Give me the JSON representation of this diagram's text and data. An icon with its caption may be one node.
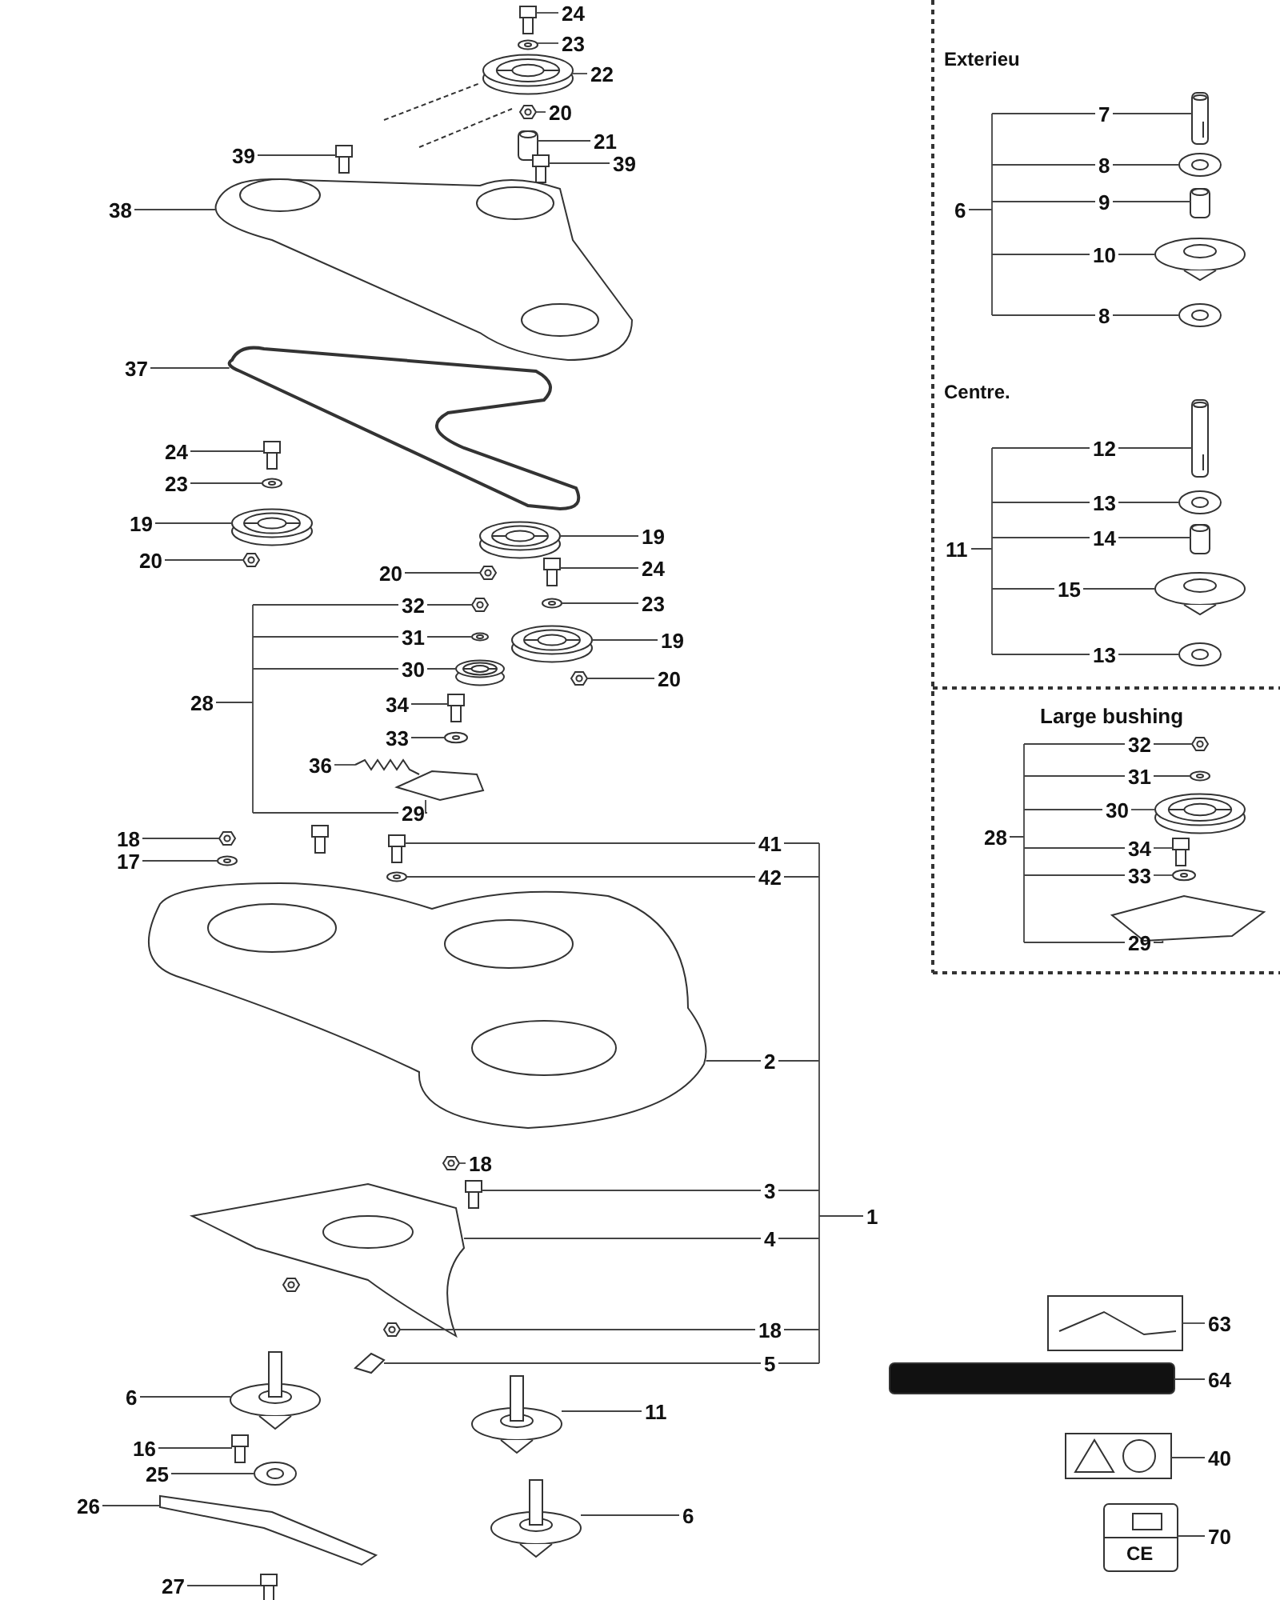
{
  "diagram": {
    "nodes": [
      {
        "text": [
          "24"
        ]
      },
      {
        "text": [
          "23"
        ]
      },
      {
        "text": [
          "22"
        ]
      },
      {
        "text": [
          "20"
        ]
      },
      {
        "text": [
          "39"
        ]
      },
      {
        "text": [
          "21"
        ]
      },
      {
        "text": [
          "39"
        ]
      },
      {
        "text": [
          "38"
        ]
      },
      {
        "text": [
          "37"
        ]
      },
      {
        "text": [
          "24"
        ]
      },
      {
        "text": [
          "23"
        ]
      },
      {
        "text": [
          "19"
        ]
      },
      {
        "text": [
          "19"
        ]
      },
      {
        "text": [
          "20"
        ]
      },
      {
        "text": [
          "20"
        ]
      },
      {
        "text": [
          "24"
        ]
      },
      {
        "text": [
          "32"
        ]
      },
      {
        "text": [
          "23"
        ]
      },
      {
        "text": [
          "31"
        ]
      },
      {
        "text": [
          "19"
        ]
      },
      {
        "text": [
          "30"
        ]
      },
      {
        "text": [
          "20"
        ]
      },
      {
        "text": [
          "28"
        ]
      },
      {
        "text": [
          "34"
        ]
      },
      {
        "text": [
          "33"
        ]
      },
      {
        "text": [
          "36"
        ]
      },
      {
        "text": [
          "29"
        ]
      },
      {
        "text": [
          "18"
        ]
      },
      {
        "text": [
          "41"
        ]
      },
      {
        "text": [
          "17"
        ]
      },
      {
        "text": [
          "42"
        ]
      },
      {
        "text": [
          "2"
        ]
      },
      {
        "text": [
          "18"
        ]
      },
      {
        "text": [
          "3"
        ]
      },
      {
        "text": [
          "4"
        ]
      },
      {
        "text": [
          "1"
        ]
      },
      {
        "text": [
          "18"
        ]
      },
      {
        "text": [
          "5"
        ]
      },
      {
        "text": [
          "6"
        ]
      },
      {
        "text": [
          "11"
        ]
      },
      {
        "text": [
          "16"
        ]
      },
      {
        "text": [
          "25"
        ]
      },
      {
        "text": [
          "26"
        ]
      },
      {
        "text": [
          "6"
        ]
      },
      {
        "text": [
          "27"
        ]
      },
      {
        "text": [
          "63"
        ]
      },
      {
        "text": [
          "64"
        ]
      },
      {
        "text": [
          "40"
        ]
      },
      {
        "text": [
          "70"
        ]
      },
      {
        "text": [
          "6"
        ]
      },
      {
        "text": [
          "7"
        ]
      },
      {
        "text": [
          "8"
        ]
      },
      {
        "text": [
          "9"
        ]
      },
      {
        "text": [
          "10"
        ]
      },
      {
        "text": [
          "8"
        ]
      },
      {
        "text": [
          "11"
        ]
      },
      {
        "text": [
          "12"
        ]
      },
      {
        "text": [
          "13"
        ]
      },
      {
        "text": [
          "14"
        ]
      },
      {
        "text": [
          "15"
        ]
      },
      {
        "text": [
          "13"
        ]
      },
      {
        "text": [
          "28"
        ]
      },
      {
        "text": [
          "32"
        ]
      },
      {
        "text": [
          "31"
        ]
      },
      {
        "text": [
          "30"
        ]
      },
      {
        "text": [
          "34"
        ]
      },
      {
        "text": [
          "33"
        ]
      },
      {
        "text": [
          "29"
        ]
      },
      {
        "text": [],
        "shape": "picture"
      },
      {
        "text": [],
        "shape": "picture"
      },
      {
        "text": [],
        "shape": "picture"
      },
      {
        "text": [],
        "shape": "picture"
      },
      {
        "text": [],
        "shape": "picture"
      },
      {
        "text": [],
        "shape": "picture"
      },
      {
        "text": [],
        "shape": "picture"
      },
      {
        "text": [],
        "shape": "picture"
      },
      {
        "text": [],
        "shape": "picture"
      },
      {
        "text": [],
        "shape": "picture"
      },
      {
        "text": [],
        "shape": "picture"
      },
      {
        "text": [],
        "shape": "picture"
      },
      {
        "text": [],
        "shape": "picture"
      },
      {
        "text": [],
        "shape": "picture"
      },
      {
        "text": [],
        "shape": "picture"
      },
      {
        "text": [],
        "shape": "picture"
      },
      {
        "text": [],
        "shape": "picture"
      },
      {
        "text": [],
        "shape": "picture"
      },
      {
        "text": [],
        "shape": "picture"
      },
      {
        "text": [],
        "shape": "picture"
      },
      {
        "text": [],
        "shape": "picture"
      },
      {
        "text": [],
        "shape": "picture"
      },
      {
        "text": [],
        "shape": "picture"
      },
      {
        "text": [],
        "shape": "picture"
      },
      {
        "text": [],
        "shape": "picture"
      },
      {
        "text": [],
        "shape": "picture"
      },
      {
        "text": [],
        "shape": "picture"
      },
      {
        "text": [],
        "shape": "picture"
      },
      {
        "text": [],
        "shape": "picture"
      },
      {
        "text": [],
        "shape": "picture"
      },
      {
        "text": [],
        "shape": "picture"
      },
      {
        "text": [],
        "shape": "picture"
      },
      {
        "text": [],
        "shape": "picture"
      },
      {
        "text": [],
        "shape": "picture"
      },
      {
        "text": [],
        "shape": "picture"
      },
      {
        "text": [],
        "shape": "picture"
      },
      {
        "text": [],
        "shape": "picture"
      },
      {
        "text": [],
        "shape": "picture"
      },
      {
        "text": [],
        "shape": "picture"
      },
      {
        "text": [],
        "shape": "picture"
      },
      {
        "text": [],
        "shape": "picture"
      },
      {
        "text": [],
        "shape": "picture"
      },
      {
        "text": [],
        "shape": "picture"
      },
      {
        "text": [],
        "shape": "picture"
      },
      {
        "text": [],
        "shape": "picture"
      },
      {
        "text": [],
        "shape": "picture"
      },
      {
        "text": [],
        "shape": "picture"
      },
      {
        "text": [],
        "shape": "picture"
      },
      {
        "text": [],
        "shape": "picture"
      },
      {
        "text": [],
        "shape": "picture"
      },
      {
        "text": [],
        "shape": "picture"
      },
      {
        "text": [],
        "shape": "picture"
      },
      {
        "text": [],
        "shape": "picture"
      },
      {
        "text": [],
        "shape": "picture"
      },
      {
        "text": [],
        "shape": "picture"
      },
      {
        "text": [],
        "shape": "picture"
      },
      {
        "text": [],
        "shape": "picture"
      },
      {
        "text": [],
        "shape": "picture"
      },
      {
        "text": [],
        "shape": "picture"
      },
      {
        "text": [],
        "shape": "picture"
      },
      {
        "text": [],
        "shape": "picture"
      },
      {
        "text": [],
        "shape": "picture"
      },
      {
        "text": [],
        "shape": "picture"
      }
    ],
    "edges": [
      {
        "from": 0,
        "to": 68,
        "arrow": "none"
      },
      {
        "from": 1,
        "to": 69,
        "arrow": "none"
      },
      {
        "from": 2,
        "to": 70,
        "arrow": "none"
      },
      {
        "from": 3,
        "to": 71,
        "arrow": "none"
      },
      {
        "from": 4,
        "to": 73,
        "arrow": "none"
      },
      {
        "from": 5,
        "to": 72,
        "arrow": "none"
      },
      {
        "from": 6,
        "to": 74,
        "arrow": "none"
      },
      {
        "from": 7,
        "to": 75,
        "arrow": "none"
      },
      {
        "from": 8,
        "to": 76,
        "arrow": "none"
      },
      {
        "from": 9,
        "to": 77,
        "arrow": "none"
      },
      {
        "from": 10,
        "to": 78,
        "arrow": "none"
      },
      {
        "from": 11,
        "to": 79,
        "arrow": "none"
      },
      {
        "from": 12,
        "to": 81,
        "arrow": "none"
      },
      {
        "from": 13,
        "to": 80,
        "arrow": "none"
      },
      {
        "from": 14,
        "to": 82,
        "arrow": "none"
      },
      {
        "from": 15,
        "to": 83,
        "arrow": "none"
      },
      {
        "from": 16,
        "to": 87,
        "arrow": "none"
      },
      {
        "from": 17,
        "to": 84,
        "arrow": "none"
      },
      {
        "from": 18,
        "to": 88,
        "arrow": "none"
      },
      {
        "from": 19,
        "to": 85,
        "arrow": "none"
      },
      {
        "from": 20,
        "to": 89,
        "arrow": "none"
      },
      {
        "from": 21,
        "to": 86,
        "arrow": "none"
      },
      {
        "from": 23,
        "to": 90,
        "arrow": "none"
      },
      {
        "from": 24,
        "to": 91,
        "arrow": "none"
      },
      {
        "from": 25,
        "to": 92,
        "arrow": "none"
      },
      {
        "from": 26,
        "to": 93,
        "arrow": "none"
      },
      {
        "from": 27,
        "to": 94,
        "arrow": "none"
      },
      {
        "from": 28,
        "to": 96,
        "arrow": "none"
      },
      {
        "from": 29,
        "to": 95,
        "arrow": "none"
      },
      {
        "from": 30,
        "to": 97,
        "arrow": "none"
      },
      {
        "from": 31,
        "to": 98,
        "arrow": "none"
      },
      {
        "from": 32,
        "to": 99,
        "arrow": "none"
      },
      {
        "from": 33,
        "to": 100,
        "arrow": "none"
      },
      {
        "from": 34,
        "to": 101,
        "arrow": "none"
      },
      {
        "from": 36,
        "to": 102,
        "arrow": "none"
      },
      {
        "from": 37,
        "to": 103,
        "arrow": "none"
      },
      {
        "from": 38,
        "to": 104,
        "arrow": "none"
      },
      {
        "from": 39,
        "to": 109,
        "arrow": "none"
      },
      {
        "from": 40,
        "to": 105,
        "arrow": "none"
      },
      {
        "from": 41,
        "to": 106,
        "arrow": "none"
      },
      {
        "from": 42,
        "to": 107,
        "arrow": "none"
      },
      {
        "from": 43,
        "to": 110,
        "arrow": "none"
      },
      {
        "from": 44,
        "to": 108,
        "arrow": "none"
      },
      {
        "from": 45,
        "to": 111,
        "arrow": "none"
      },
      {
        "from": 46,
        "to": 112,
        "arrow": "none"
      },
      {
        "from": 47,
        "to": 113,
        "arrow": "none"
      },
      {
        "from": 48,
        "to": 114,
        "arrow": "none"
      },
      {
        "from": 50,
        "to": 115,
        "arrow": "none"
      },
      {
        "from": 51,
        "to": 116,
        "arrow": "none"
      },
      {
        "from": 52,
        "to": 117,
        "arrow": "none"
      },
      {
        "from": 53,
        "to": 118,
        "arrow": "none"
      },
      {
        "from": 54,
        "to": 119,
        "arrow": "none"
      },
      {
        "from": 56,
        "to": 120,
        "arrow": "none"
      },
      {
        "from": 57,
        "to": 121,
        "arrow": "none"
      },
      {
        "from": 58,
        "to": 122,
        "arrow": "none"
      },
      {
        "from": 59,
        "to": 123,
        "arrow": "none"
      },
      {
        "from": 60,
        "to": 124,
        "arrow": "none"
      },
      {
        "from": 62,
        "to": 125,
        "arrow": "none"
      },
      {
        "from": 63,
        "to": 126,
        "arrow": "none"
      },
      {
        "from": 64,
        "to": 127,
        "arrow": "none"
      },
      {
        "from": 65,
        "to": 128,
        "arrow": "none"
      },
      {
        "from": 66,
        "to": 129,
        "arrow": "none"
      },
      {
        "from": 67,
        "to": 130,
        "arrow": "none"
      }
    ],
    "labels": [
      "Exterieu",
      "Centre.",
      "Large bushing",
      "CE"
    ]
  }
}
